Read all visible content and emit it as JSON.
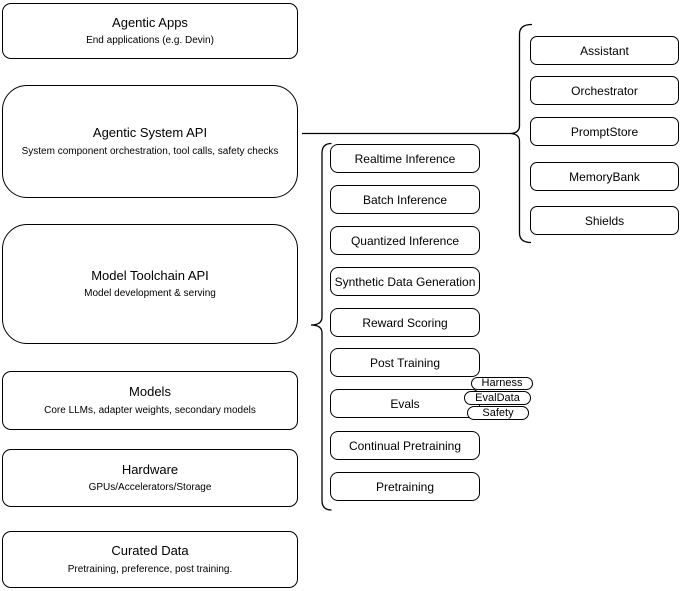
{
  "colors": {
    "background": "#ffffff",
    "line": "#000000",
    "text": "#000000"
  },
  "left_column": {
    "boxes": [
      {
        "title": "Agentic Apps",
        "subtitle": "End applications (e.g. Devin)"
      },
      {
        "title": "Agentic System API",
        "subtitle": "System component orchestration, tool calls, safety checks"
      },
      {
        "title": "Model Toolchain API",
        "subtitle": "Model development & serving"
      },
      {
        "title": "Models",
        "subtitle": "Core LLMs, adapter weights, secondary models"
      },
      {
        "title": "Hardware",
        "subtitle": "GPUs/Accelerators/Storage"
      },
      {
        "title": "Curated Data",
        "subtitle": "Pretraining, preference, post training."
      }
    ]
  },
  "middle_column": {
    "boxes": [
      {
        "label": "Realtime Inference"
      },
      {
        "label": "Batch Inference"
      },
      {
        "label": "Quantized Inference"
      },
      {
        "label": "Synthetic Data Generation"
      },
      {
        "label": "Reward Scoring"
      },
      {
        "label": "Post Training"
      },
      {
        "label": "Evals"
      },
      {
        "label": "Continual Pretraining"
      },
      {
        "label": "Pretraining"
      }
    ]
  },
  "evals_tags": {
    "items": [
      {
        "label": "Harness"
      },
      {
        "label": "EvalData"
      },
      {
        "label": "Safety"
      }
    ]
  },
  "right_column": {
    "boxes": [
      {
        "label": "Assistant"
      },
      {
        "label": "Orchestrator"
      },
      {
        "label": "PromptStore"
      },
      {
        "label": "MemoryBank"
      },
      {
        "label": "Shields"
      }
    ]
  }
}
